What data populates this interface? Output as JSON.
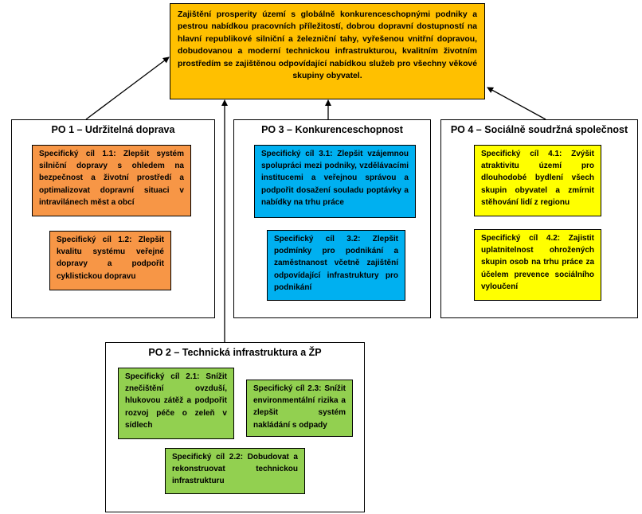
{
  "goal": {
    "text": "Zajištění prosperity území s globálně konkurenceschopnými podniky a pestrou nabídkou pracovních příležitostí, dobrou dopravní dostupností na hlavní republikové silniční a železniční tahy, vyřešenou vnitřní dopravou, dobudovanou a moderní technickou infrastrukturou, kvalitním životním prostředím se zajištěnou odpovídající nabídkou služeb pro všechny věkové skupiny obyvatel."
  },
  "po1": {
    "title": "PO 1 – Udržitelná doprava",
    "cil_1_1": "Specifický cíl 1.1: Zlepšit systém silniční dopravy s ohledem na bezpečnost a životní prostředí a optimalizovat dopravní situaci v intravilánech měst a obcí",
    "cil_1_2": "Specifický cíl 1.2: Zlepšit kvalitu systému veřejné dopravy a podpořit cyklistickou dopravu"
  },
  "po3": {
    "title": "PO 3 – Konkurenceschopnost",
    "cil_3_1": "Specifický cíl 3.1: Zlepšit vzájemnou spolupráci mezi podniky, vzdělávacími institucemi a veřejnou správou a podpořit dosažení souladu poptávky a nabídky na trhu práce",
    "cil_3_2": "Specifický cíl 3.2: Zlepšit podmínky pro podnikání a zaměstnanost včetně zajištění odpovídající infrastruktury pro podnikání"
  },
  "po4": {
    "title": "PO 4 – Sociálně soudržná společnost",
    "cil_4_1": "Specifický cíl 4.1: Zvýšit atraktivitu území pro dlouhodobé bydlení všech skupin obyvatel a zmírnit stěhování lidí z regionu",
    "cil_4_2": "Specifický cíl 4.2: Zajistit uplatnitelnost ohrožených skupin osob na trhu práce za účelem prevence sociálního vyloučení"
  },
  "po2": {
    "title": "PO 2 – Technická infrastruktura a ŽP",
    "cil_2_1": "Specifický cíl 2.1: Snížit znečištění ovzduší, hlukovou zátěž a podpořit rozvoj péče o zeleň v sídlech",
    "cil_2_3": "Specifický cíl 2.3: Snížit environmentální rizika a zlepšit systém nakládání s odpady",
    "cil_2_2": "Specifický cíl 2.2: Dobudovat a rekonstruovat technickou infrastrukturu"
  }
}
